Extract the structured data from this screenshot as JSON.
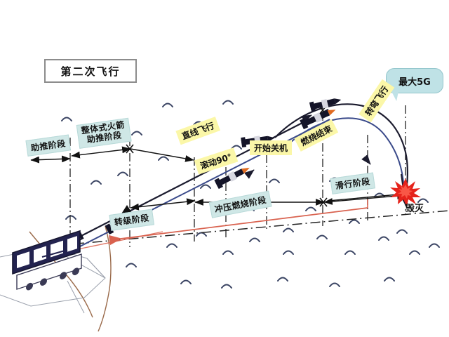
{
  "title_box": {
    "text": "第二次飞行"
  },
  "callout": {
    "text": "最大5G",
    "fill": "#bfe2e6"
  },
  "phase_labels": [
    {
      "id": "boost",
      "text": "助推阶段"
    },
    {
      "id": "integral-boost",
      "text": "整体式火箭\n助推阶段"
    },
    {
      "id": "integral-boost-1",
      "text": "整体式火箭"
    },
    {
      "id": "integral-boost-2",
      "text": "助推阶段"
    },
    {
      "id": "stage-transition",
      "text": "转级阶段"
    },
    {
      "id": "ramjet-burn",
      "text": "冲压燃烧阶段"
    },
    {
      "id": "glide",
      "text": "滑行阶段"
    }
  ],
  "event_labels": [
    {
      "id": "straight-flight",
      "text": "直线飞行"
    },
    {
      "id": "roll-90",
      "text": "滚动90°"
    },
    {
      "id": "begin-shutdown",
      "text": "开始关机"
    },
    {
      "id": "burn-end",
      "text": "燃烧结束"
    },
    {
      "id": "turning-flight",
      "text": "转弯飞行"
    }
  ],
  "terminal": {
    "text": "毁灭"
  },
  "colors": {
    "teal_fill": "#cfe7e6",
    "teal_stroke": "#b9dad9",
    "highlight_yellow": "#fbf7a8",
    "trajectory": "#1b1b2e",
    "trajectory_blue": "#3a4a8a",
    "ground_line": "#222222",
    "red_arrow": "#d9624f",
    "burst_red": "#e5231b",
    "launcher_navy": "#23234f",
    "terrain_brown": "#9a6a4a",
    "wave_mark": "#3a4463",
    "missile_body": "#141428",
    "missile_nose": "#e06a20"
  },
  "graphics": {
    "burst": "red-star-burst",
    "launcher": "missile-launcher-vehicle",
    "waves": "terrain-wave-marks",
    "dash_dot": "phase-divider-dashdot"
  }
}
